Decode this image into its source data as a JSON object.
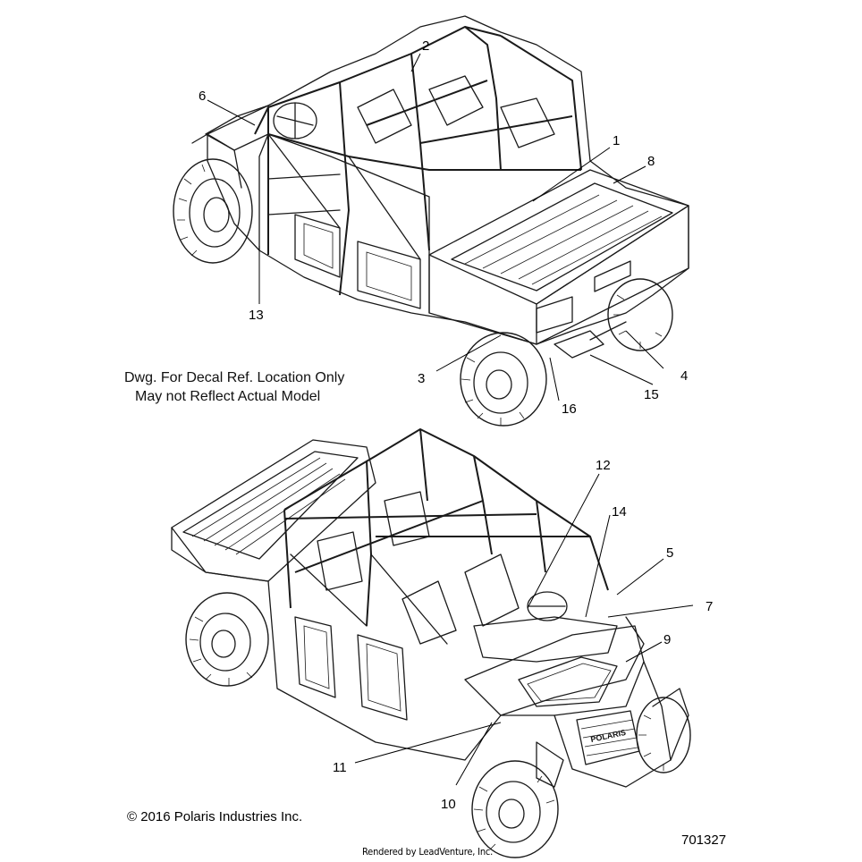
{
  "notes": {
    "line1": "Dwg. For Decal Ref. Location Only",
    "line2": "May not Reflect Actual Model"
  },
  "footer": {
    "copyright": "© 2016 Polaris Industries Inc.",
    "drawing_number": "701327",
    "rendered_by": "Rendered by LeadVenture, Inc."
  },
  "vehicle": {
    "grille_brand": "POLARIS"
  },
  "callouts": {
    "c1": "1",
    "c2": "2",
    "c3": "3",
    "c4": "4",
    "c5": "5",
    "c6": "6",
    "c7": "7",
    "c8": "8",
    "c9": "9",
    "c10": "10",
    "c11": "11",
    "c12": "12",
    "c13": "13",
    "c14": "14",
    "c15": "15",
    "c16": "16"
  }
}
